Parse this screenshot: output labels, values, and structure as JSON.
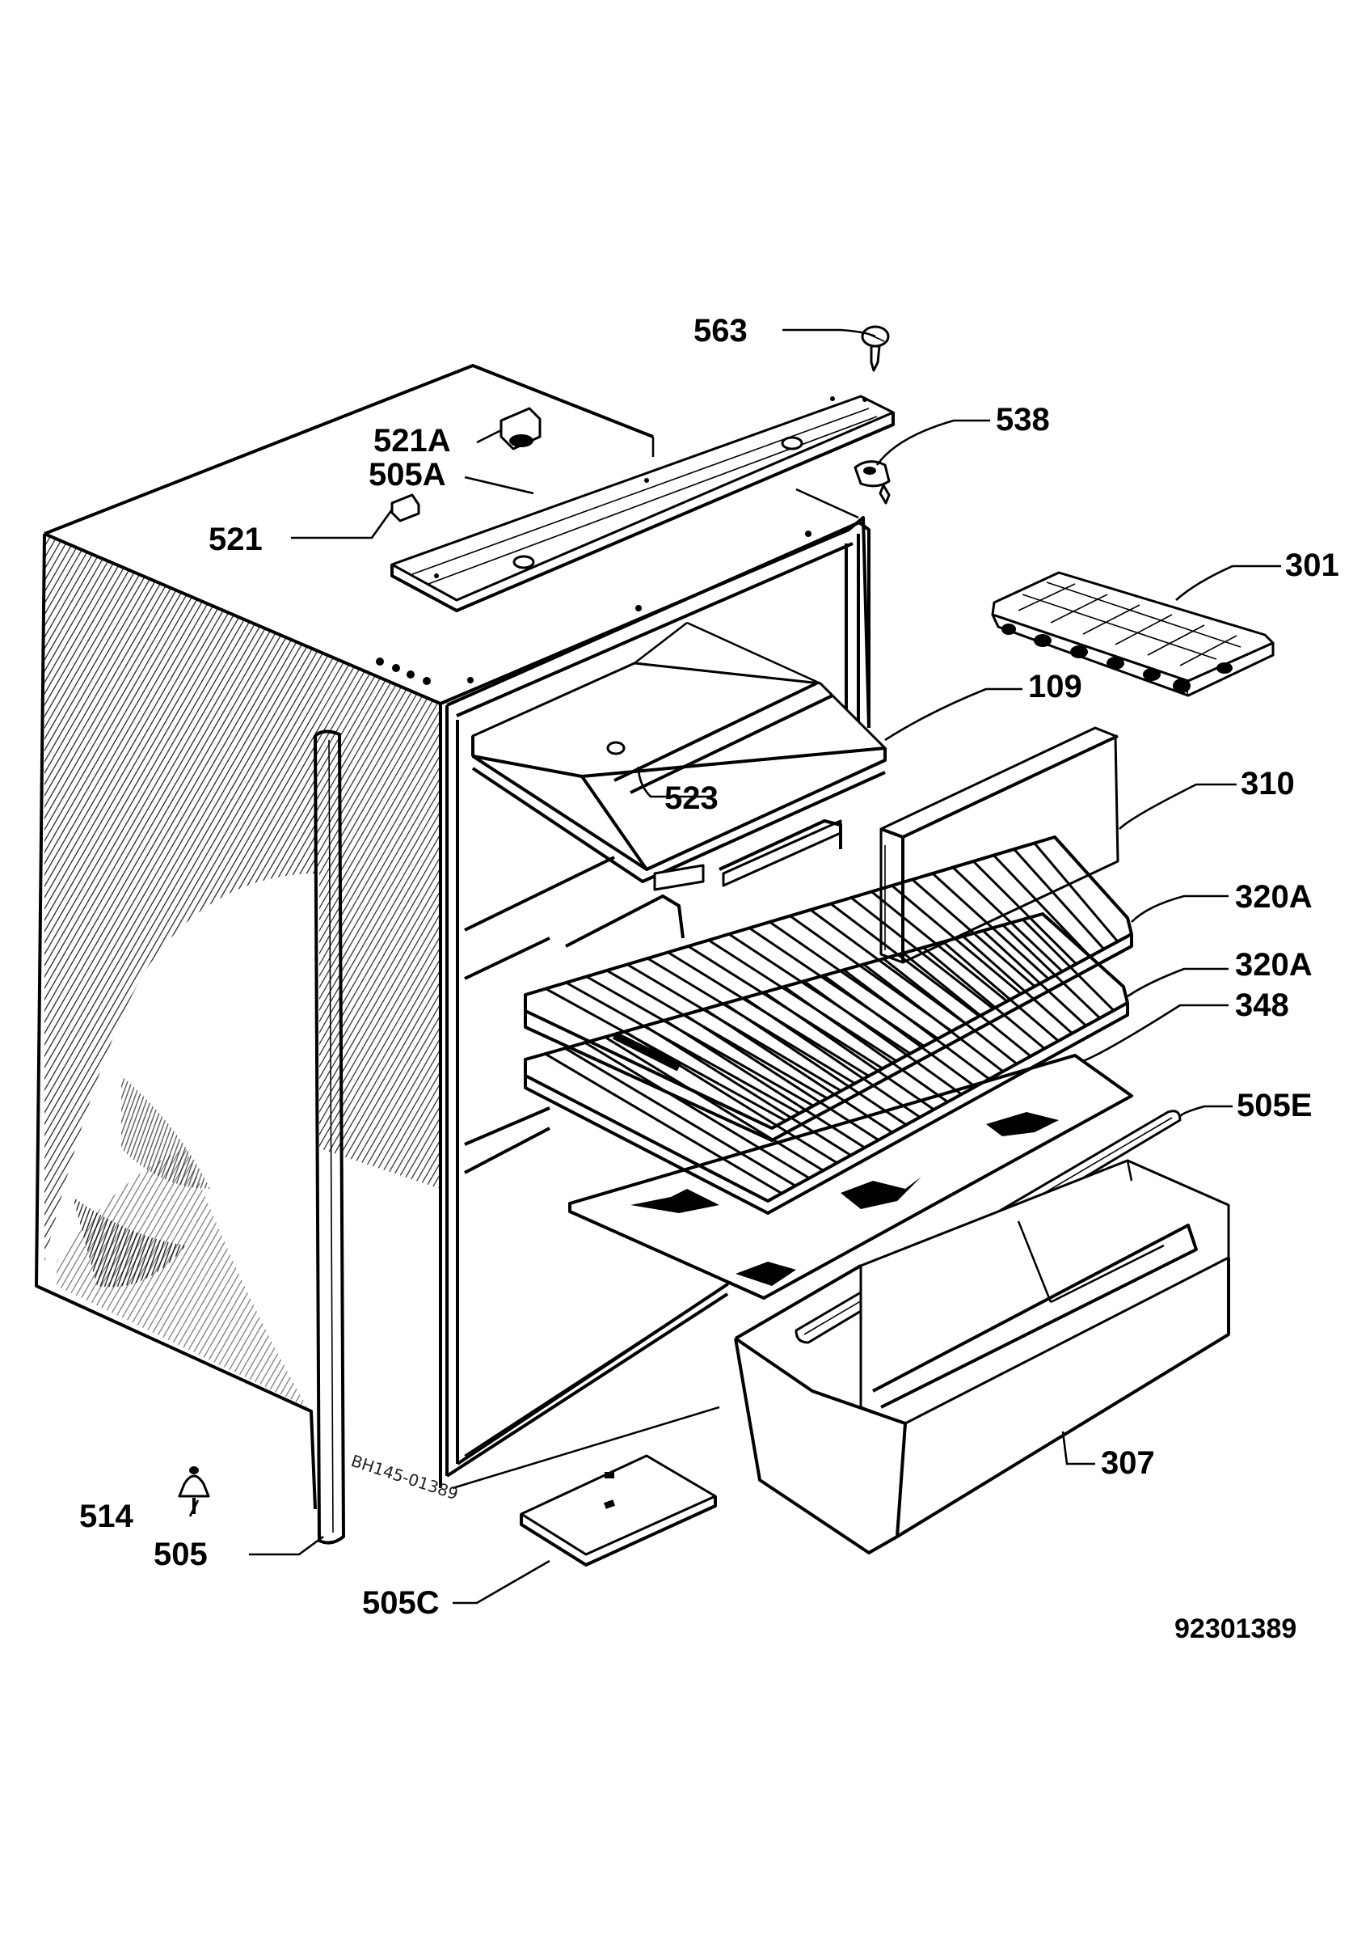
{
  "labels": {
    "p563": "563",
    "p538": "538",
    "p521A": "521A",
    "p505A": "505A",
    "p521": "521",
    "p301": "301",
    "p109": "109",
    "p523": "523",
    "p310": "310",
    "p320A_1": "320A",
    "p320A_2": "320A",
    "p348": "348",
    "p505E": "505E",
    "p307": "307",
    "p514": "514",
    "p505": "505",
    "p505C": "505C"
  },
  "handwritten_code": "BH145-01389",
  "drawing_number": "92301389"
}
